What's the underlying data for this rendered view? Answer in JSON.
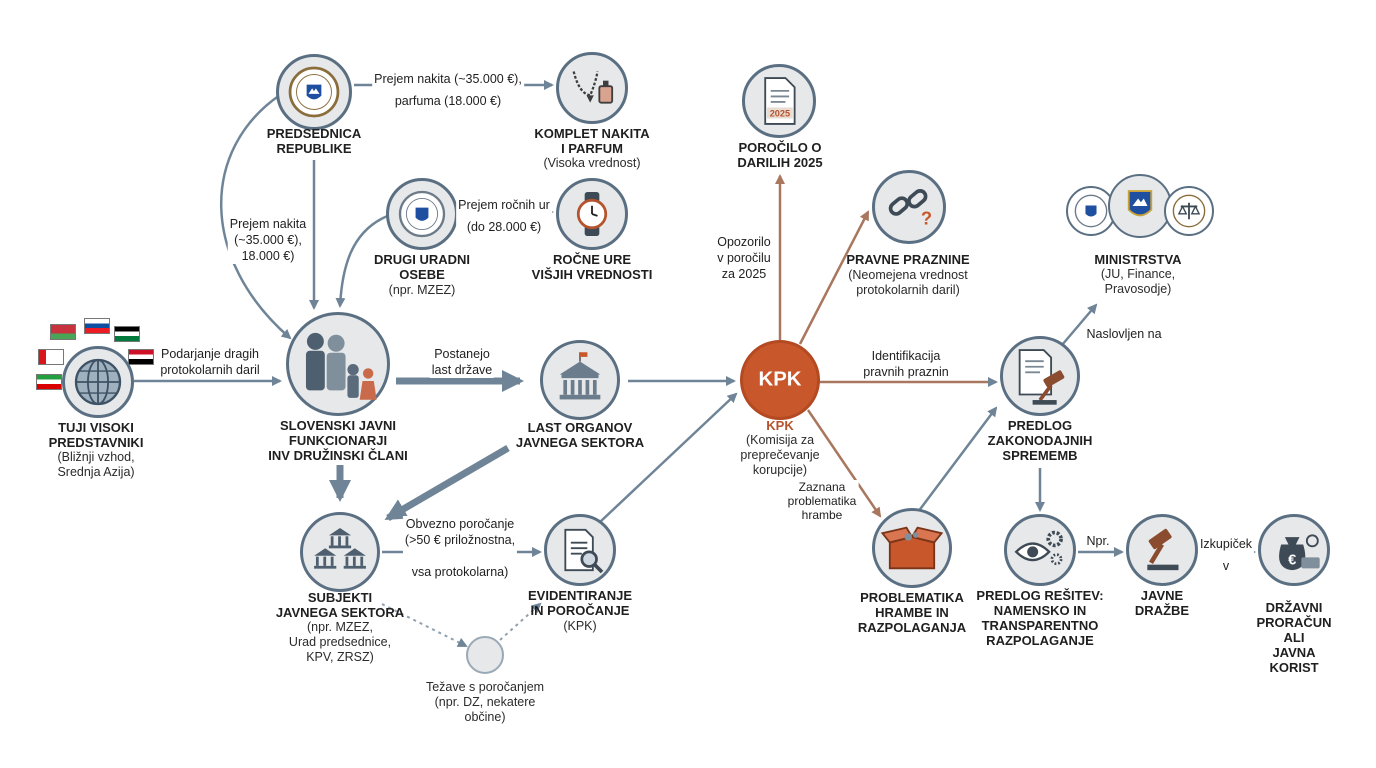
{
  "nodes": {
    "tuji": {
      "title": "TUJI VISOKI\nPREDSTAVNIKI",
      "sub": "(Bližnji vzhod,\nSrednja Azija)"
    },
    "predsednica": {
      "title": "PREDSEDNICA\nREPUBLIKE"
    },
    "nakit": {
      "title": "KOMPLET NAKITA\nI PARFUM",
      "sub": "(Visoka vrednost)"
    },
    "drugi": {
      "title": "DRUGI URADNI\nOSEBE",
      "sub": "(npr. MZEZ)"
    },
    "ure": {
      "title": "ROČNE URE\nVIŠJIH VREDNOSTI"
    },
    "funkcionarji": {
      "title": "SLOVENSKI JAVNI\nFUNKCIONARJI\nINV DRUŽINSKI ČLANI"
    },
    "last": {
      "title": "LAST ORGANOV\nJAVNEGA SEKTORA"
    },
    "subjekti": {
      "title": "SUBJEKTI\nJAVNEGA SEKTORA",
      "sub": "(npr. MZEZ,\nUrad predsednice,\nKPV, ZRSZ)"
    },
    "evidentiranje": {
      "title": "EVIDENTIRANJE\nIN POROČANJE",
      "sub": "(KPK)"
    },
    "tezave": {
      "sub": "Težave s poročanjem\n(npr. DZ, nekatere\nobčine)"
    },
    "porocilo": {
      "title": "POROČILO O\nDARILIH 2025",
      "doc_year": "2025"
    },
    "kpk": {
      "logo": "KPK",
      "title": "KPK",
      "sub": "(Komisija za\npreprečevanje\nkorupcije)"
    },
    "praznine": {
      "title": "PRAVNE PRAZNINE",
      "sub": "(Neomejena vrednost\nprotokolarnih daril)"
    },
    "ministrstva": {
      "title": "MINISTRSTVA",
      "sub": "(JU, Finance,\nPravosodje)"
    },
    "predlog_zak": {
      "title": "PREDLOG\nZAKONODAJNIH\nSPREMEMB"
    },
    "hramba": {
      "title": "PROBLEMATIKA\nHRAMBE IN\nRAZPOLAGANJA"
    },
    "resitev": {
      "title": "PREDLOG REŠITEV:\nNAMENSKO IN\nTRANSPARENTNO\nRAZPOLAGANJE"
    },
    "drazbe": {
      "title": "JAVNE\nDRAŽBE"
    },
    "proracun": {
      "title": "DRŽAVNI\nPRORAČUN ALI\nJAVNA KORIST"
    }
  },
  "edges": {
    "podarjanje": "Podarjanje dragih\nprotokolarnih daril",
    "prejem_nakita_top": "Prejem nakita (~35.000 €),\nparfuma (18.000 €)",
    "prejem_nakita_left": "Prejem nakita\n(~35.000 €),\n18.000 €)",
    "prejem_ur": "Prejem ročnih ur\n(do 28.000 €)",
    "postanejo": "Postanejo\nlast države",
    "obvezno": "Obvezno poročanje\n(>50 € priložnostna,\n\nvsa protokolarna)",
    "opozorilo": "Opozorilo\nv poročilu\nza 2025",
    "identifikacija": "Identifikacija\npravnih praznin",
    "naslovljen": "Naslovljen na",
    "zaznana": "Zaznana\nproblematika\nhrambe",
    "npr": "Npr.",
    "izkupicek": "Izkupiček\nv"
  },
  "colors": {
    "blue_arrow": "#6f8597",
    "orange_arrow": "#a9765e",
    "node_border": "#5b6f82",
    "kpk": "#c9572c",
    "node_fill": "#e6e8ea"
  }
}
